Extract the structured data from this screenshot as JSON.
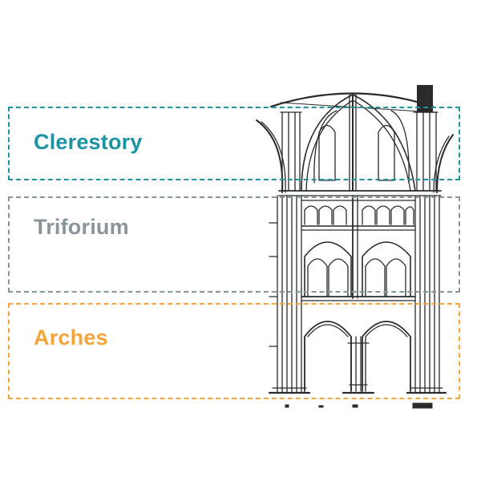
{
  "bands": [
    {
      "id": "clerestory",
      "label": "Clerestory",
      "color": "#1c93a3"
    },
    {
      "id": "triforium",
      "label": "Triforium",
      "color": "#8a9599"
    },
    {
      "id": "arches",
      "label": "Arches",
      "color": "#f5a53a"
    }
  ],
  "drawing": {
    "subject": "gothic-nave-elevation",
    "line_color": "#2a2a2a"
  }
}
